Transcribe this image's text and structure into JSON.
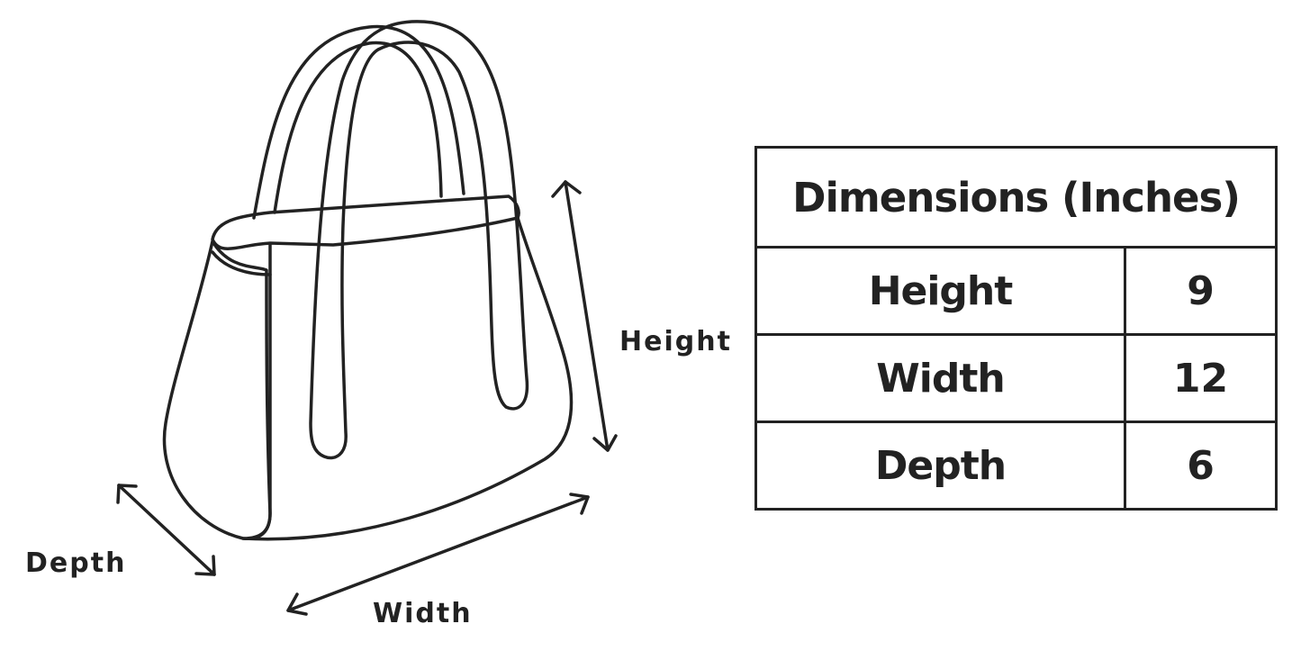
{
  "diagram": {
    "labels": {
      "height": "Height",
      "width": "Width",
      "depth": "Depth"
    },
    "colors": {
      "line": "#222222",
      "background": "#ffffff"
    }
  },
  "table": {
    "title": "Dimensions (Inches)",
    "rows": [
      {
        "name": "Height",
        "value": "9"
      },
      {
        "name": "Width",
        "value": "12"
      },
      {
        "name": "Depth",
        "value": "6"
      }
    ]
  }
}
